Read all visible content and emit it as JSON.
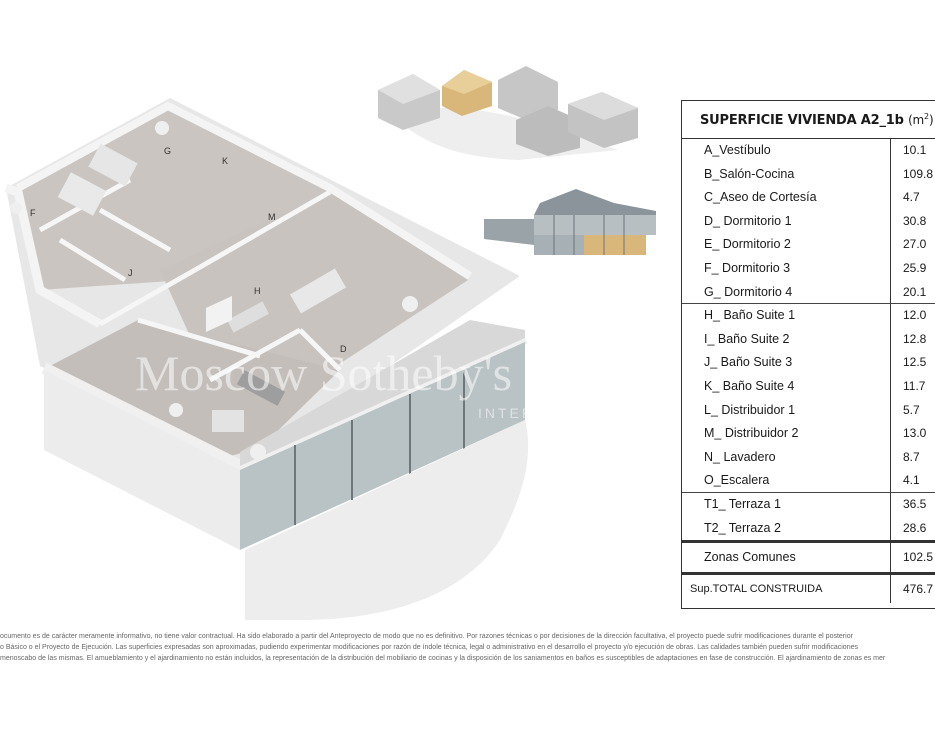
{
  "table": {
    "title": "SUPERFICIE VIVIENDA A2_1b",
    "unit": "(m",
    "unit_sup": "2",
    "unit_close": ")",
    "rows": [
      {
        "name": "A_Vestíbulo",
        "value": "10.1"
      },
      {
        "name": "B_Salón-Cocina",
        "value": "109.8"
      },
      {
        "name": "C_Aseo de Cortesía",
        "value": "4.7"
      },
      {
        "name": "D_ Dormitorio 1",
        "value": "30.8"
      },
      {
        "name": "E_ Dormitorio 2",
        "value": "27.0"
      },
      {
        "name": "F_ Dormitorio 3",
        "value": "25.9"
      },
      {
        "name": "G_ Dormitorio 4",
        "value": "20.1"
      },
      {
        "name": "H_ Baño Suite 1",
        "value": "12.0"
      },
      {
        "name": "I_ Baño Suite 2",
        "value": "12.8"
      },
      {
        "name": "J_ Baño Suite 3",
        "value": "12.5"
      },
      {
        "name": "K_ Baño Suite 4",
        "value": "11.7"
      },
      {
        "name": "L_ Distribuidor 1",
        "value": "5.7"
      },
      {
        "name": "M_ Distribuidor 2",
        "value": "13.0"
      },
      {
        "name": "N_ Lavadero",
        "value": "8.7"
      },
      {
        "name": "O_Escalera",
        "value": "4.1"
      },
      {
        "name": "T1_ Terraza 1",
        "value": "36.5"
      },
      {
        "name": "T2_ Terraza 2",
        "value": "28.6"
      }
    ],
    "common": {
      "name": "Zonas Comunes",
      "value": "102.5"
    },
    "total": {
      "name": "Sup.TOTAL CONSTRUIDA",
      "value": "476.7"
    }
  },
  "plan": {
    "room_labels": [
      "G",
      "K",
      "F",
      "M",
      "J",
      "H",
      "D"
    ],
    "watermark": "Moscow Sotheby's",
    "watermark_sub": "INTERNATIONAL REALTY"
  },
  "disclaimer": [
    "ocumento es de carácter meramente informativo, no tiene valor contractual. Ha sido elaborado a partir del Anteproyecto de modo que no es definitivo. Por razones técnicas o por decisiones de la dirección facultativa, el proyecto puede sufrir modificaciones durante el posterior",
    "o Básico o el Proyecto de Ejecución. Las superficies expresadas son aproximadas, pudiendo experimentar modificaciones por razón de índole técnica, legal o administrativo en el desarrollo el proyecto y/o ejecución de obras. Las calidades también pueden sufrir modificaciones",
    "menoscabo de las mismas. El amueblamiento y el ajardinamiento no están incluidos, la representación de la distribución del mobiliario de cocinas y la disposición de los saniamentos en baños es susceptibles de adaptaciones en fase de construcción. El ajardinamiento de zonas es mer"
  ],
  "colors": {
    "floor": "#cbc5c1",
    "wall": "#f2f2f2",
    "glass": "#b9c2c4",
    "accent_wood": "#d9b77a",
    "table_border": "#333333"
  }
}
